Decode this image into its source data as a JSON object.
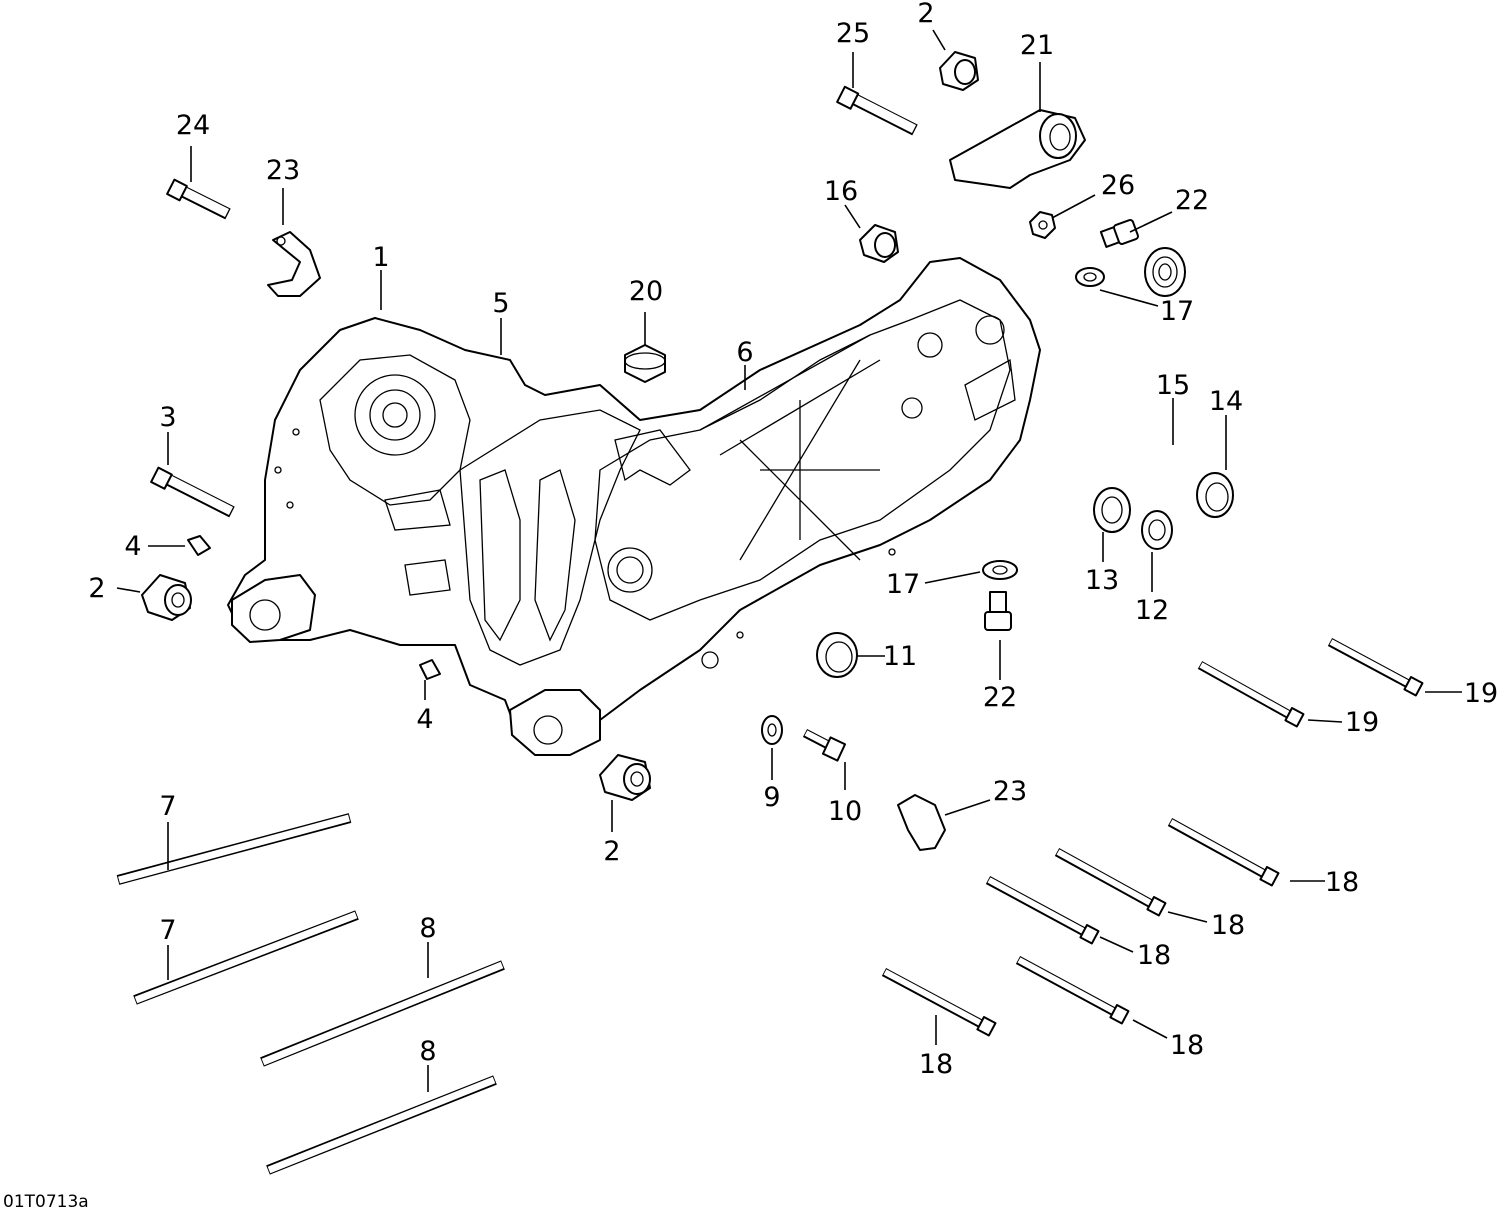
{
  "figure_code": "01T0713a",
  "callouts": [
    {
      "num": "1"
    },
    {
      "num": "2"
    },
    {
      "num": "2"
    },
    {
      "num": "2"
    },
    {
      "num": "3"
    },
    {
      "num": "4"
    },
    {
      "num": "4"
    },
    {
      "num": "5"
    },
    {
      "num": "6"
    },
    {
      "num": "7"
    },
    {
      "num": "7"
    },
    {
      "num": "8"
    },
    {
      "num": "8"
    },
    {
      "num": "9"
    },
    {
      "num": "10"
    },
    {
      "num": "11"
    },
    {
      "num": "12"
    },
    {
      "num": "13"
    },
    {
      "num": "14"
    },
    {
      "num": "15"
    },
    {
      "num": "16"
    },
    {
      "num": "17"
    },
    {
      "num": "17"
    },
    {
      "num": "18"
    },
    {
      "num": "18"
    },
    {
      "num": "18"
    },
    {
      "num": "18"
    },
    {
      "num": "18"
    },
    {
      "num": "19"
    },
    {
      "num": "19"
    },
    {
      "num": "20"
    },
    {
      "num": "21"
    },
    {
      "num": "22"
    },
    {
      "num": "22"
    },
    {
      "num": "23"
    },
    {
      "num": "23"
    },
    {
      "num": "24"
    },
    {
      "num": "25"
    },
    {
      "num": "26"
    }
  ]
}
